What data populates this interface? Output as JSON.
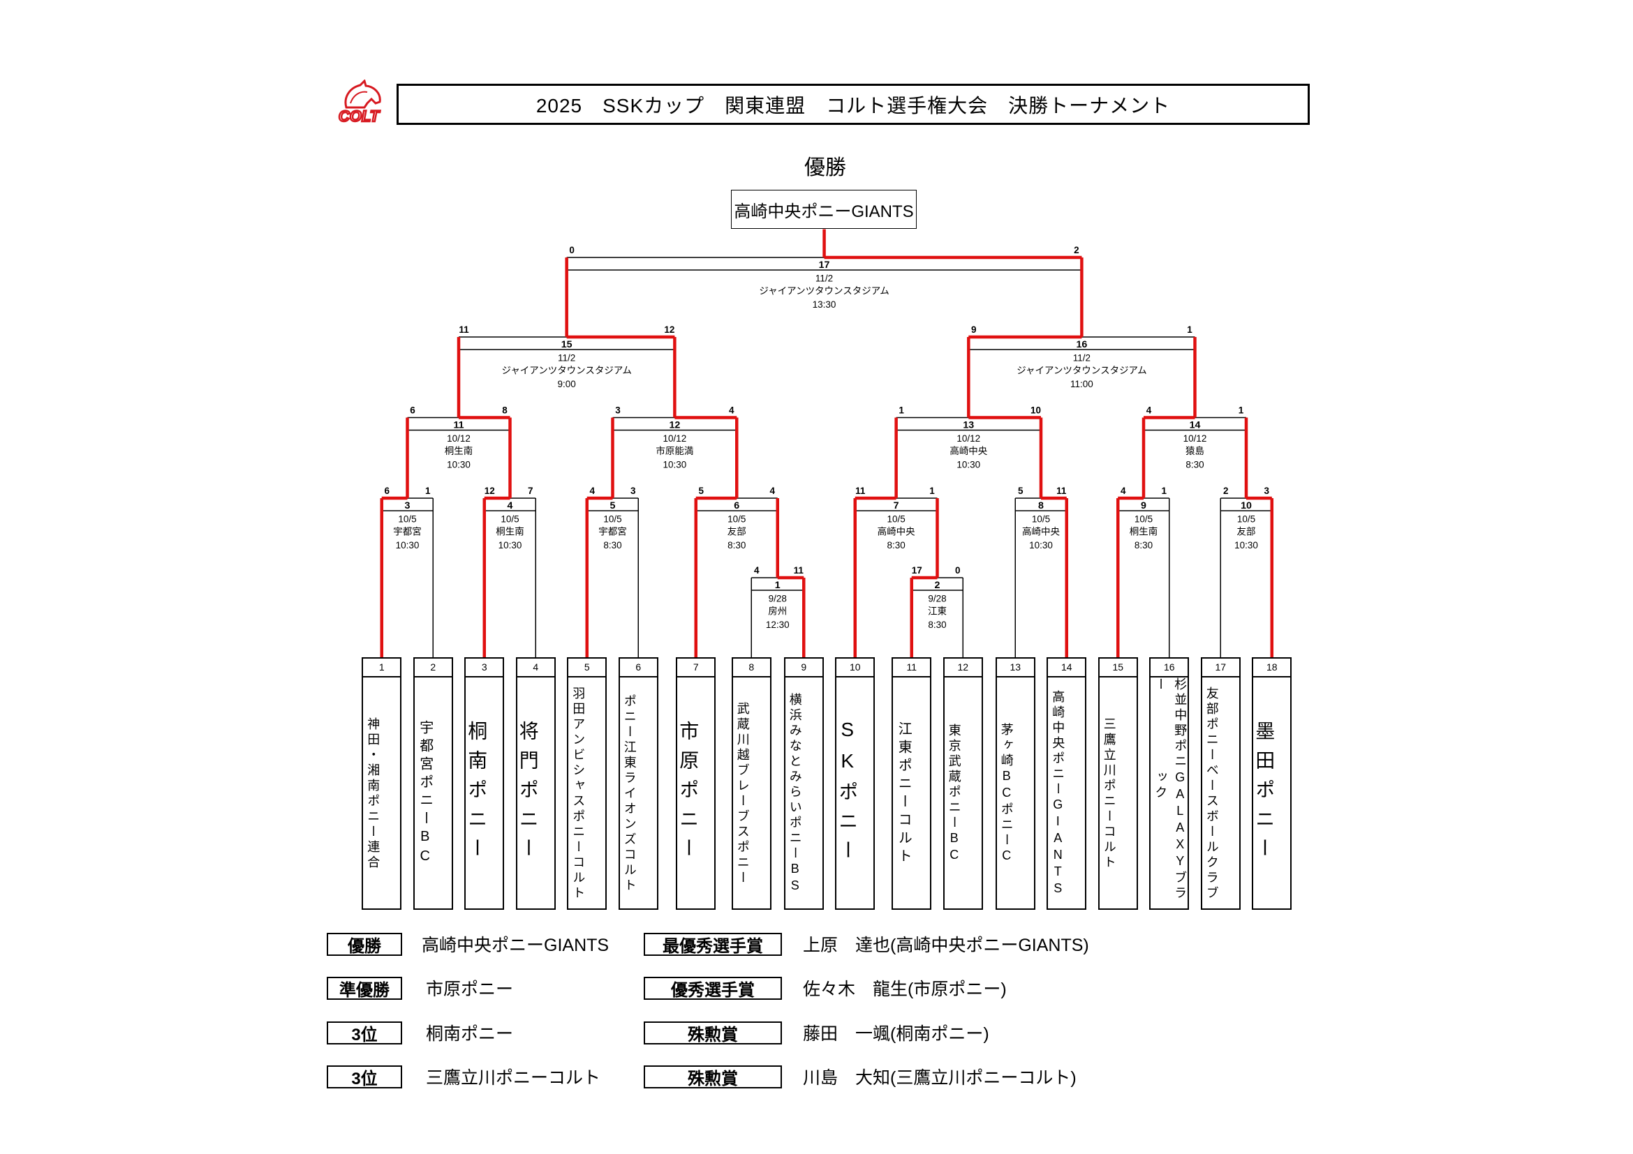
{
  "logo": {
    "text": "COLT",
    "color": "#d71920"
  },
  "title": "2025　SSKカップ　関東連盟　コルト選手権大会　決勝トーナメント",
  "champion": {
    "heading": "優勝",
    "team": "高崎中央ポニーGIANTS"
  },
  "colors": {
    "winner_line": "#e01010",
    "line": "#000000"
  },
  "teams": [
    {
      "num": "1",
      "lines": [
        "神田・湘南ポニー連合"
      ]
    },
    {
      "num": "2",
      "lines": [
        "宇都宮ポニーBC"
      ]
    },
    {
      "num": "3",
      "lines": [
        "桐南ポニー"
      ]
    },
    {
      "num": "4",
      "lines": [
        "将門ポニー"
      ]
    },
    {
      "num": "5",
      "lines": [
        "羽田アンビシャス",
        "ポニーコルト"
      ]
    },
    {
      "num": "6",
      "lines": [
        "ポニー江東ライオンズ",
        "コルト"
      ]
    },
    {
      "num": "7",
      "lines": [
        "市原ポニー"
      ]
    },
    {
      "num": "8",
      "lines": [
        "武蔵川越",
        "ブレーブスポニー"
      ]
    },
    {
      "num": "9",
      "lines": [
        "横浜みなとみらい",
        "ポニーBS"
      ]
    },
    {
      "num": "10",
      "lines": [
        "SKポニー"
      ]
    },
    {
      "num": "11",
      "lines": [
        "江東ポニーコルト"
      ]
    },
    {
      "num": "12",
      "lines": [
        "東京武蔵ポニーBC"
      ]
    },
    {
      "num": "13",
      "lines": [
        "茅ヶ崎BCポニーC"
      ]
    },
    {
      "num": "14",
      "lines": [
        "高崎中央ポニー",
        "GIANTS"
      ]
    },
    {
      "num": "15",
      "lines": [
        "三鷹立川ポニー",
        "コルト"
      ]
    },
    {
      "num": "16",
      "lines": [
        "杉並中野ポニー",
        "GALAXYブラック"
      ]
    },
    {
      "num": "17",
      "lines": [
        "友部ポニー",
        "ベースボールクラブ"
      ]
    },
    {
      "num": "18",
      "lines": [
        "墨田ポニー"
      ]
    }
  ],
  "matches": [
    {
      "id": "1",
      "date": "9/28",
      "venue": "房州",
      "time": "12:30",
      "scores": [
        "4",
        "11"
      ]
    },
    {
      "id": "2",
      "date": "9/28",
      "venue": "江東",
      "time": "8:30",
      "scores": [
        "17",
        "0"
      ]
    },
    {
      "id": "3",
      "date": "10/5",
      "venue": "宇都宮",
      "time": "10:30",
      "scores": [
        "6",
        "1"
      ]
    },
    {
      "id": "4",
      "date": "10/5",
      "venue": "桐生南",
      "time": "10:30",
      "scores": [
        "12",
        "7"
      ]
    },
    {
      "id": "5",
      "date": "10/5",
      "venue": "宇都宮",
      "time": "8:30",
      "scores": [
        "4",
        "3"
      ]
    },
    {
      "id": "6",
      "date": "10/5",
      "venue": "友部",
      "time": "8:30",
      "scores": [
        "5",
        "4"
      ]
    },
    {
      "id": "7",
      "date": "10/5",
      "venue": "高崎中央",
      "time": "8:30",
      "scores": [
        "11",
        "1"
      ]
    },
    {
      "id": "8",
      "date": "10/5",
      "venue": "高崎中央",
      "time": "10:30",
      "scores": [
        "5",
        "11"
      ]
    },
    {
      "id": "9",
      "date": "10/5",
      "venue": "桐生南",
      "time": "8:30",
      "scores": [
        "4",
        "1"
      ]
    },
    {
      "id": "10",
      "date": "10/5",
      "venue": "友部",
      "time": "10:30",
      "scores": [
        "2",
        "3"
      ]
    },
    {
      "id": "11",
      "date": "10/12",
      "venue": "桐生南",
      "time": "10:30",
      "scores": [
        "6",
        "8"
      ]
    },
    {
      "id": "12",
      "date": "10/12",
      "venue": "市原能満",
      "time": "10:30",
      "scores": [
        "3",
        "4"
      ]
    },
    {
      "id": "13",
      "date": "10/12",
      "venue": "高崎中央",
      "time": "10:30",
      "scores": [
        "1",
        "10"
      ]
    },
    {
      "id": "14",
      "date": "10/12",
      "venue": "猿島",
      "time": "8:30",
      "scores": [
        "4",
        "1"
      ]
    },
    {
      "id": "15",
      "date": "11/2",
      "venue": "ジャイアンツタウンスタジアム",
      "time": "9:00",
      "scores": [
        "11",
        "12"
      ]
    },
    {
      "id": "16",
      "date": "11/2",
      "venue": "ジャイアンツタウンスタジアム",
      "time": "11:00",
      "scores": [
        "9",
        "1"
      ]
    },
    {
      "id": "17",
      "date": "11/2",
      "venue": "ジャイアンツタウンスタジアム",
      "time": "13:30",
      "scores": [
        "0",
        "2"
      ]
    }
  ],
  "awards": {
    "left": [
      {
        "label": "優勝",
        "value": "高崎中央ポニーGIANTS"
      },
      {
        "label": "準優勝",
        "value": "市原ポニー"
      },
      {
        "label": "3位",
        "value": "桐南ポニー"
      },
      {
        "label": "3位",
        "value": "三鷹立川ポニーコルト"
      }
    ],
    "right": [
      {
        "label": "最優秀選手賞",
        "value": "上原　達也(高崎中央ポニーGIANTS)"
      },
      {
        "label": "優秀選手賞",
        "value": "佐々木　龍生(市原ポニー)"
      },
      {
        "label": "殊勲賞",
        "value": "藤田　一颯(桐南ポニー)"
      },
      {
        "label": "殊勲賞",
        "value": "川島　大知(三鷹立川ポニーコルト)"
      }
    ]
  }
}
